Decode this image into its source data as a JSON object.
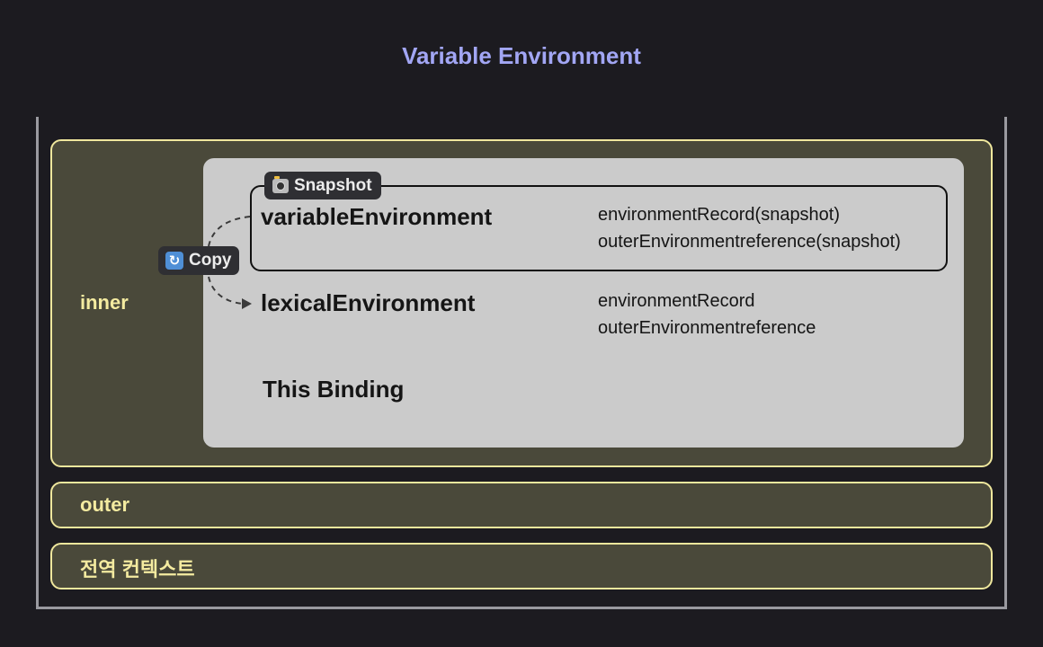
{
  "title": "Variable Environment",
  "contexts": {
    "inner": "inner",
    "outer": "outer",
    "global": "전역 컨텍스트"
  },
  "tags": {
    "snapshot": "Snapshot",
    "copy": "Copy",
    "snapshot_icon": "camera-flash-icon",
    "copy_icon": "refresh-arrows-icon"
  },
  "variable_environment": {
    "name": "variableEnvironment",
    "fields": [
      "environmentRecord(snapshot)",
      "outerEnvironmentreference(snapshot)"
    ]
  },
  "lexical_environment": {
    "name": "lexicalEnvironment",
    "fields": [
      "environmentRecord",
      "outerEnvironmentreference"
    ]
  },
  "this_binding": "This Binding",
  "colors": {
    "background": "#1c1b20",
    "title": "#a2a6f4",
    "context_fill": "#4a493a",
    "context_border": "#efe79d",
    "context_label": "#f4eba0",
    "panel": "#cbcbcb",
    "tag": "#2f2f33"
  }
}
